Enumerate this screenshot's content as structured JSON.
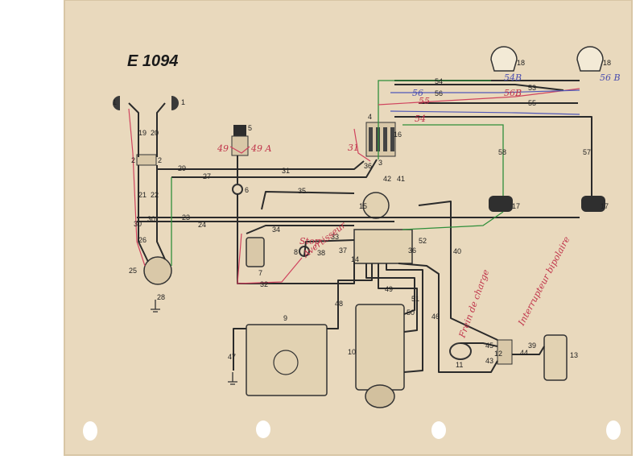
{
  "diagram": {
    "title": "E 1094",
    "wire_numbers": [
      "1",
      "1",
      "19",
      "20",
      "2",
      "2",
      "21",
      "22",
      "23",
      "24",
      "25",
      "26",
      "27",
      "28",
      "29",
      "30",
      "30",
      "31",
      "32",
      "33",
      "34",
      "35",
      "36",
      "36",
      "37",
      "38",
      "39",
      "40",
      "41",
      "42",
      "43",
      "44",
      "45",
      "46",
      "47",
      "48",
      "49",
      "50",
      "51",
      "52",
      "53",
      "54",
      "55",
      "56",
      "57",
      "58"
    ],
    "components": {
      "c3": "3",
      "c4": "4",
      "c5": "5",
      "c6": "6",
      "c7": "7",
      "c8": "8",
      "c9": "9",
      "c10": "10",
      "c11": "11",
      "c12": "12",
      "c13": "13",
      "c14": "14",
      "c15": "15",
      "c16": "16",
      "c17a": "17",
      "c17b": "17",
      "c18a": "18",
      "c18b": "18"
    },
    "handwritten": {
      "n49": "49",
      "n49a": "49 A",
      "n54b": "54B",
      "n56b_a": "56B",
      "n56b_b": "56 B",
      "n56": "56",
      "n54": "54",
      "n55": "55",
      "n31": "31",
      "feux_position": "Frein de charge",
      "interrupteur": "Interrupteur bipolaire",
      "avertisseur": "Avertisseur",
      "stop": "Stop"
    },
    "colors": {
      "paper": "#e9d9bd",
      "ink": "#2a2a2a",
      "red_pen": "#d0445e",
      "green_pen": "#2f8f3a",
      "blue_pen": "#5058b8"
    }
  }
}
